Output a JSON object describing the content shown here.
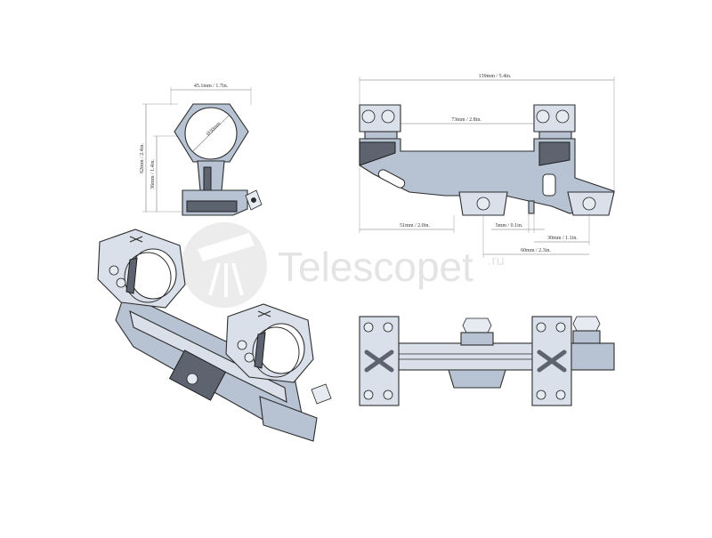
{
  "watermark": {
    "text": "Telescopet",
    "suffix": ".ru",
    "icon": "telescope-logo-icon"
  },
  "front_view": {
    "width_label": "45.1mm / 1.7in.",
    "total_height_label": "62mm / 2.4in.",
    "center_height_label": "36mm / 1.4in.",
    "ring_diameter_label": "Ø30mm"
  },
  "side_view": {
    "total_length_label": "139mm / 5.4in.",
    "ring_spacing_label": "73mm / 2.8in.",
    "offset_label": "51mm / 2.0in.",
    "lug_label": "5mm / 0.1in.",
    "clamp_label": "30mm / 1.1in.",
    "base_label": "60mm / 2.3in."
  }
}
